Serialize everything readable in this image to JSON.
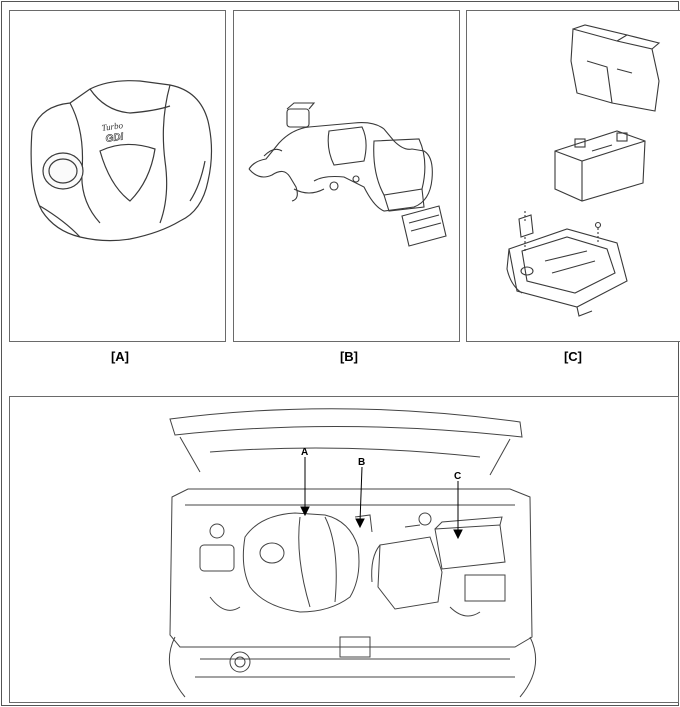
{
  "panels": [
    {
      "label": "[A]",
      "part": "engine-cover"
    },
    {
      "label": "[B]",
      "part": "air-cleaner-assembly"
    },
    {
      "label": "[C]",
      "part": "battery-and-tray"
    }
  ],
  "engine_cover_badge": {
    "line1": "Turbo",
    "line2": "GDI"
  },
  "bottom_callouts": [
    "A",
    "B",
    "C"
  ],
  "colors": {
    "line": "#3a3a3a",
    "border": "#6a6a6a"
  }
}
